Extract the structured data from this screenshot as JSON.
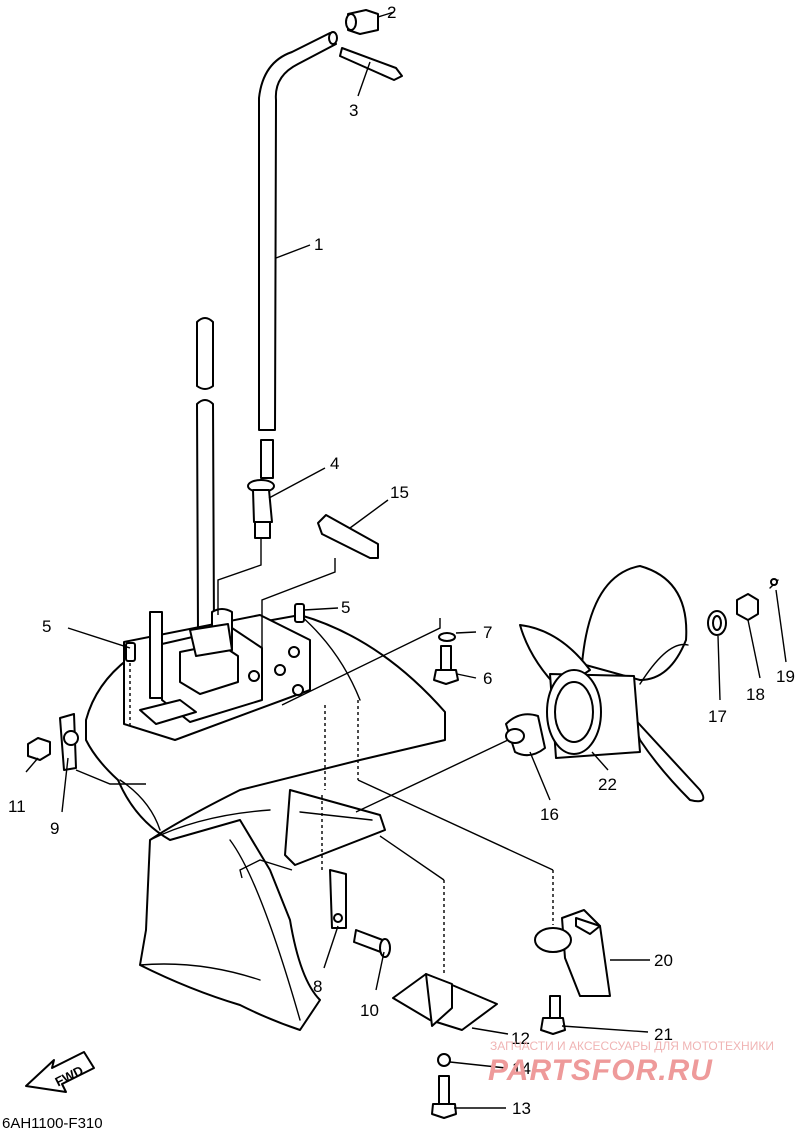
{
  "diagram_code": "6AH1100-F310",
  "fwd_label": "FWD",
  "watermark": {
    "line1": "ЗАПЧАСТИ И АКСЕССУАРЫ ДЛЯ МОТОТЕХНИКИ",
    "line2": "PARTSFOR.RU"
  },
  "callouts": [
    {
      "number": "1"
    },
    {
      "number": "2"
    },
    {
      "number": "3"
    },
    {
      "number": "4"
    },
    {
      "number": "5"
    },
    {
      "number": "5"
    },
    {
      "number": "6"
    },
    {
      "number": "7"
    },
    {
      "number": "8"
    },
    {
      "number": "9"
    },
    {
      "number": "10"
    },
    {
      "number": "11"
    },
    {
      "number": "12"
    },
    {
      "number": "13"
    },
    {
      "number": "14"
    },
    {
      "number": "15"
    },
    {
      "number": "16"
    },
    {
      "number": "17"
    },
    {
      "number": "18"
    },
    {
      "number": "19"
    },
    {
      "number": "20"
    },
    {
      "number": "21"
    },
    {
      "number": "22"
    }
  ]
}
